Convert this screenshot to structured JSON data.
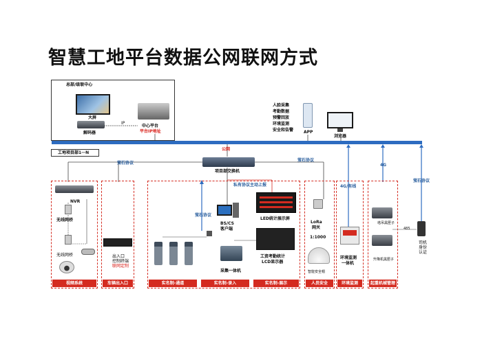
{
  "title": "智慧工地平台数据公网联网方式",
  "hq": {
    "label": "总部/级联中心",
    "bigscreen": "大屏",
    "decoder": "解码器",
    "ip": "IP",
    "platform": "中心平台",
    "platform_ip": "平台IP地址"
  },
  "app_features": [
    "人脸采集",
    "考勤数据",
    "预警回放",
    "环境监测",
    "安全和告警"
  ],
  "app_label": "APP",
  "browser_label": "浏览器",
  "project_label": "工地项目部1⋯N",
  "internet": "公网",
  "switch_label": "项目部交换机",
  "yingshi_protocol": "萤石协议",
  "private_protocol": "私有协议主动上报",
  "led_label": "LED统计展示屏",
  "bscs": "BS/CS",
  "client": "客户端",
  "collector": "采集一体机",
  "lcd": [
    "工资考勤统计",
    "LCD显示器"
  ],
  "lora": [
    "LoRa",
    "网关"
  ],
  "ratio": "1:1000",
  "helmet": "智能安全帽",
  "env": [
    "环境监测",
    "一体机"
  ],
  "band_4g": "4G",
  "band_4g_wired": "4G/有线",
  "tower": "塔吊黑匣子",
  "lift": "升降机黑匣子",
  "rs485": "485",
  "driver_auth": [
    "司机",
    "身份",
    "认证"
  ],
  "video": {
    "nvr": "NVR",
    "bridge": "无线网桥",
    "bridge2": "无线网桥",
    "items": [
      "视频系统"
    ]
  },
  "vehicle": [
    "出入口",
    "控制终端",
    "联网定制"
  ],
  "bars": {
    "video": "视频系统",
    "vehicle": "车辆出入口",
    "realname_gate": "实名制-通道",
    "realname_entry": "实名制-录入",
    "realname_display": "实名制-展示",
    "personnel": "人员安全",
    "environment": "环境监测",
    "crane": "起重机械管理"
  },
  "colors": {
    "accent_red": "#d42b20",
    "bus_blue": "#2d6cc0",
    "label_blue": "#2b5f9e"
  }
}
